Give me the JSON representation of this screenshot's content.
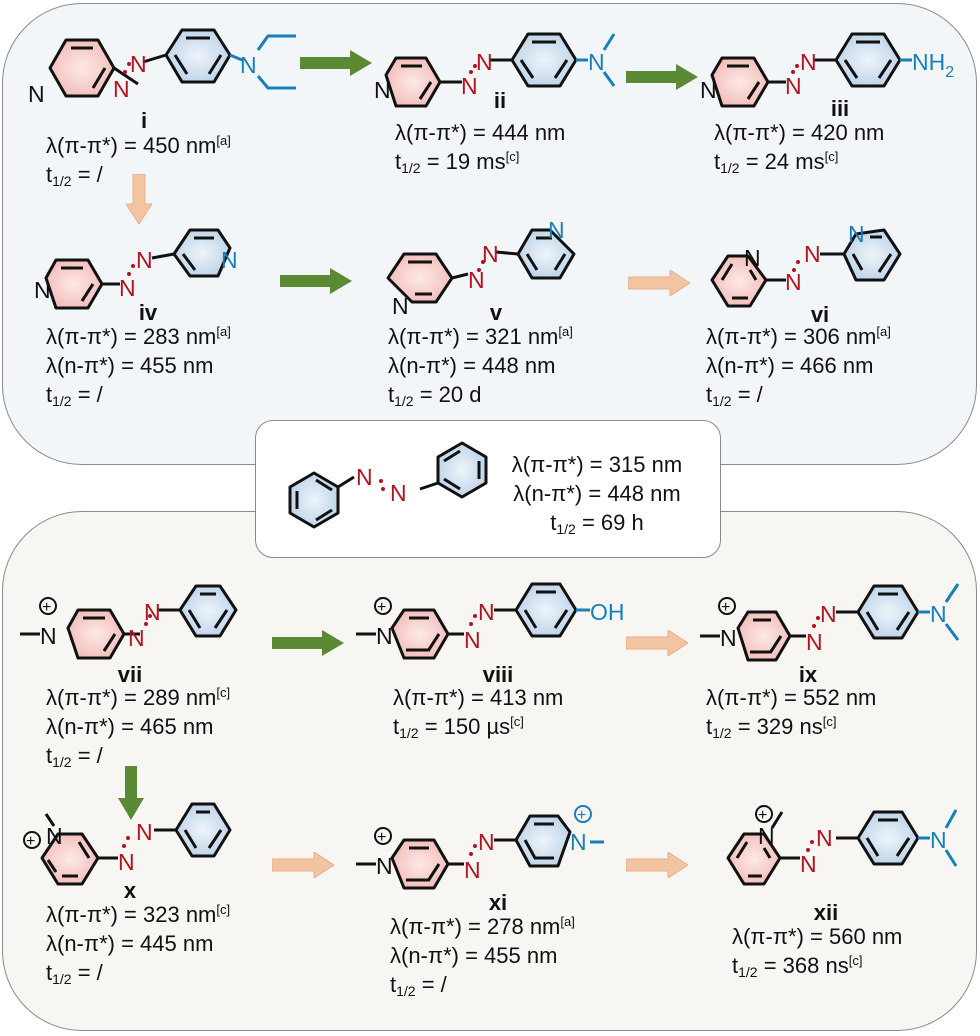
{
  "colors": {
    "azo_red": "#b0141e",
    "substituent_blue": "#1680b8",
    "ring_pink": "#f6c9c6",
    "ring_blue": "#c7dcee",
    "arrow_green": "#5a8a34",
    "arrow_peach": "#f3c4a2",
    "panel_top_bg": "#f3f6f9",
    "panel_bottom_bg": "#f8f6f3",
    "panel_border": "#8a8a8a"
  },
  "reference": {
    "name": "azobenzene",
    "atoms": {
      "n1": "N",
      "n2": "N"
    },
    "lines": {
      "pi": {
        "pre": "λ(π-π*) = ",
        "value": "315",
        "unit": " nm",
        "note": ""
      },
      "n": {
        "pre": "λ(n-π*) = ",
        "value": "448",
        "unit": " nm",
        "note": ""
      },
      "t": {
        "pre": "t",
        "sub": "1/2",
        "eq": " = ",
        "value": "69 h",
        "note": ""
      }
    }
  },
  "compounds": [
    {
      "id": "i",
      "substituent": "NEt2",
      "atoms": {
        "n_ring": "N",
        "n1": "N",
        "n2": "N",
        "n_sub": "N"
      },
      "pi": {
        "pre": "λ(π-π*) = ",
        "value": "450",
        "unit": " nm",
        "note": "[a]"
      },
      "t": {
        "pre": "t",
        "sub": "1/2",
        "eq": " = ",
        "value": "/",
        "note": ""
      }
    },
    {
      "id": "ii",
      "substituent": "NMe2",
      "atoms": {
        "n_ring": "N",
        "n1": "N",
        "n2": "N",
        "n_sub": "N"
      },
      "pi": {
        "pre": "λ(π-π*) = ",
        "value": "444",
        "unit": " nm",
        "note": ""
      },
      "t": {
        "pre": "t",
        "sub": "1/2",
        "eq": " = ",
        "value": "19 ms",
        "note": "[c]"
      }
    },
    {
      "id": "iii",
      "substituent": "NH2",
      "atoms": {
        "n_ring": "N",
        "n1": "N",
        "n2": "N",
        "nh": "NH",
        "nh_sub": "2"
      },
      "pi": {
        "pre": "λ(π-π*) = ",
        "value": "420",
        "unit": " nm",
        "note": ""
      },
      "t": {
        "pre": "t",
        "sub": "1/2",
        "eq": " = ",
        "value": "24 ms",
        "note": "[c]"
      }
    },
    {
      "id": "iv",
      "substituent": "4-pyridyl",
      "atoms": {
        "n_ring": "N",
        "n1": "N",
        "n2": "N",
        "n_ring2": "N"
      },
      "pi": {
        "pre": "λ(π-π*) = ",
        "value": "283",
        "unit": " nm",
        "note": "[a]"
      },
      "n": {
        "pre": "λ(n-π*) = ",
        "value": "455",
        "unit": " nm",
        "note": ""
      },
      "t": {
        "pre": "t",
        "sub": "1/2",
        "eq": " = ",
        "value": "/",
        "note": ""
      }
    },
    {
      "id": "v",
      "substituent": "3-pyridyl",
      "atoms": {
        "n_ring": "N",
        "n1": "N",
        "n2": "N",
        "n_ring2": "N"
      },
      "pi": {
        "pre": "λ(π-π*) = ",
        "value": "321",
        "unit": " nm",
        "note": "[a]"
      },
      "n": {
        "pre": "λ(n-π*) = ",
        "value": "448",
        "unit": " nm",
        "note": ""
      },
      "t": {
        "pre": "t",
        "sub": "1/2",
        "eq": " = ",
        "value": "20 d",
        "note": ""
      }
    },
    {
      "id": "vi",
      "substituent": "2-pyridyl",
      "atoms": {
        "n_ring": "N",
        "n1": "N",
        "n2": "N",
        "n_ring2": "N"
      },
      "pi": {
        "pre": "λ(π-π*) = ",
        "value": "306",
        "unit": " nm",
        "note": "[a]"
      },
      "n": {
        "pre": "λ(n-π*) = ",
        "value": "466",
        "unit": " nm",
        "note": ""
      },
      "t": {
        "pre": "t",
        "sub": "1/2",
        "eq": " = ",
        "value": "/",
        "note": ""
      }
    },
    {
      "id": "vii",
      "substituent": "H",
      "atoms": {
        "n_ring": "N",
        "plus": "+",
        "n1": "N",
        "n2": "N"
      },
      "pi": {
        "pre": "λ(π-π*) = ",
        "value": "289",
        "unit": " nm",
        "note": "[c]"
      },
      "n": {
        "pre": "λ(n-π*) = ",
        "value": "465",
        "unit": " nm",
        "note": ""
      },
      "t": {
        "pre": "t",
        "sub": "1/2",
        "eq": " = ",
        "value": "/",
        "note": ""
      }
    },
    {
      "id": "viii",
      "substituent": "OH",
      "atoms": {
        "n_ring": "N",
        "plus": "+",
        "n1": "N",
        "n2": "N",
        "oh": "OH"
      },
      "pi": {
        "pre": "λ(π-π*) = ",
        "value": "413",
        "unit": " nm",
        "note": ""
      },
      "t": {
        "pre": "t",
        "sub": "1/2",
        "eq": " = ",
        "value": "150 µs",
        "note": "[c]"
      }
    },
    {
      "id": "ix",
      "substituent": "NMe2",
      "atoms": {
        "n_ring": "N",
        "plus": "+",
        "n1": "N",
        "n2": "N",
        "n_sub": "N"
      },
      "pi": {
        "pre": "λ(π-π*) = ",
        "value": "552",
        "unit": " nm",
        "note": ""
      },
      "t": {
        "pre": "t",
        "sub": "1/2",
        "eq": " = ",
        "value": "329 ns",
        "note": "[c]"
      }
    },
    {
      "id": "x",
      "substituent": "H (3-pyridinium)",
      "atoms": {
        "n_ring": "N",
        "plus": "+",
        "n1": "N",
        "n2": "N"
      },
      "pi": {
        "pre": "λ(π-π*) = ",
        "value": "323",
        "unit": " nm",
        "note": "[c]"
      },
      "n": {
        "pre": "λ(n-π*) = ",
        "value": "445",
        "unit": " nm",
        "note": ""
      },
      "t": {
        "pre": "t",
        "sub": "1/2",
        "eq": " = ",
        "value": "/",
        "note": ""
      }
    },
    {
      "id": "xi",
      "substituent": "N-methylpyridinium",
      "atoms": {
        "n_ring": "N",
        "plus": "+",
        "n1": "N",
        "n2": "N",
        "n_ring2": "N",
        "plus2": "+"
      },
      "pi": {
        "pre": "λ(π-π*) = ",
        "value": "278",
        "unit": " nm",
        "note": "[a]"
      },
      "n": {
        "pre": "λ(n-π*) = ",
        "value": "455",
        "unit": " nm",
        "note": ""
      },
      "t": {
        "pre": "t",
        "sub": "1/2",
        "eq": " = ",
        "value": "/",
        "note": ""
      }
    },
    {
      "id": "xii",
      "substituent": "NMe2 (2-pyridinium)",
      "atoms": {
        "n_ring": "N",
        "plus": "+",
        "n1": "N",
        "n2": "N",
        "n_sub": "N"
      },
      "pi": {
        "pre": "λ(π-π*) = ",
        "value": "560",
        "unit": " nm",
        "note": ""
      },
      "t": {
        "pre": "t",
        "sub": "1/2",
        "eq": " = ",
        "value": "368 ns",
        "note": "[c]"
      }
    }
  ],
  "arrows": [
    {
      "from": "i",
      "to": "ii",
      "type": "green"
    },
    {
      "from": "ii",
      "to": "iii",
      "type": "green"
    },
    {
      "from": "i",
      "to": "iv",
      "type": "peach"
    },
    {
      "from": "iv",
      "to": "v",
      "type": "green"
    },
    {
      "from": "v",
      "to": "vi",
      "type": "peach"
    },
    {
      "from": "vii",
      "to": "viii",
      "type": "green"
    },
    {
      "from": "viii",
      "to": "ix",
      "type": "peach"
    },
    {
      "from": "vii",
      "to": "x",
      "type": "green"
    },
    {
      "from": "x",
      "to": "xi",
      "type": "peach"
    },
    {
      "from": "xi",
      "to": "xii",
      "type": "peach"
    }
  ]
}
